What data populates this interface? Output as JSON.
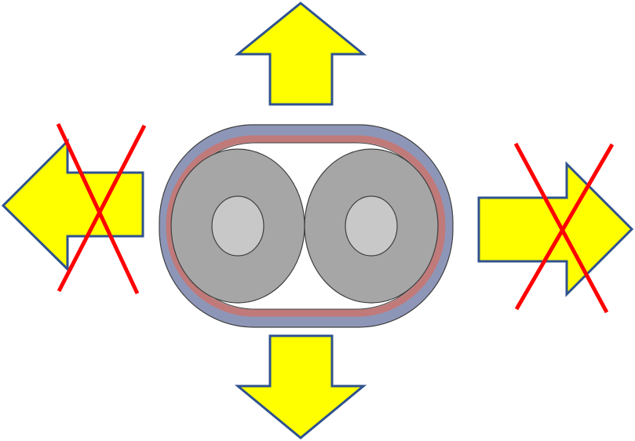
{
  "colors": {
    "arrow_fill": "#ffff00",
    "arrow_stroke": "#2f528f",
    "cross": "#ff0000",
    "outer_sheath": "#8e96b8",
    "inner_layer": "#c07a7a",
    "conductor_outer": "#a6a6a6",
    "conductor_core": "#c8c8c8",
    "outline": "#404040"
  },
  "arrows": [
    {
      "id": "up",
      "allowed": true
    },
    {
      "id": "down",
      "allowed": true
    },
    {
      "id": "left",
      "allowed": false
    },
    {
      "id": "right",
      "allowed": false
    }
  ],
  "cable": {
    "conductor_count": 2
  }
}
